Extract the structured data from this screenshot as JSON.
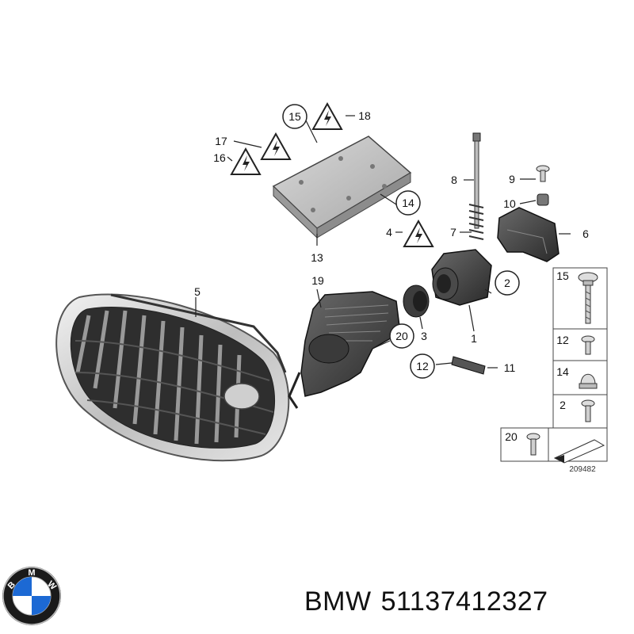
{
  "callouts": {
    "p1": "1",
    "p2": "2",
    "p3": "3",
    "p4": "4",
    "p5": "5",
    "p6": "6",
    "p7": "7",
    "p8": "8",
    "p9": "9",
    "p10": "10",
    "p11": "11",
    "p12": "12",
    "p13": "13",
    "p14": "14",
    "p15": "15",
    "p16": "16",
    "p17": "17",
    "p18": "18",
    "p19": "19",
    "p20": "20"
  },
  "legend": {
    "rows": [
      "15",
      "12",
      "14",
      "2"
    ],
    "bottom": "20"
  },
  "diagram_number": "209482",
  "caption": {
    "brand": "BMW",
    "part_number": "51137412327"
  },
  "colors": {
    "logo_blue": "#1c69d4",
    "logo_ring": "#1a1a1a",
    "grille_frame": "#c8c8c8"
  },
  "icons": [
    "bmw-logo-icon",
    "electrical-warning-icon",
    "screw-icon",
    "nut-icon",
    "clip-icon"
  ]
}
